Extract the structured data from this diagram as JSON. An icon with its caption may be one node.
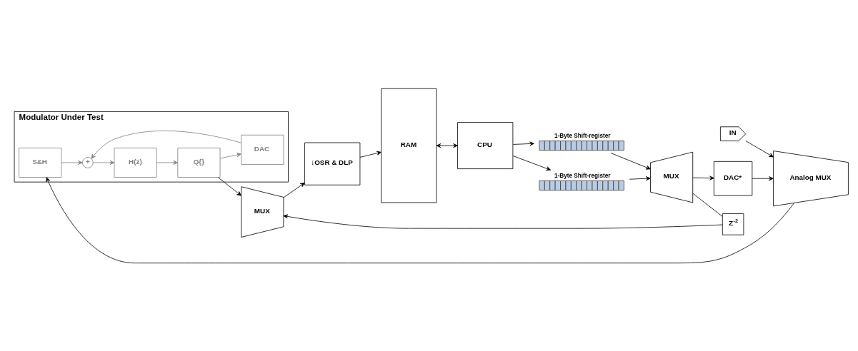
{
  "diagram": {
    "nodes": [
      {
        "text": [
          "IN"
        ]
      },
      {
        "text": [
          "Analog MUX"
        ]
      },
      {
        "text": [
          "Modulator Under Test"
        ]
      },
      {
        "text": [
          "S&H"
        ],
        "in": 2
      },
      {
        "text": [
          "+"
        ],
        "in": 2
      },
      {
        "text": [
          "H(z)"
        ],
        "in": 2
      },
      {
        "text": [
          "Q{}"
        ],
        "in": 2
      },
      {
        "text": [
          "DAC"
        ],
        "in": 2
      },
      {
        "text": [
          "MUX"
        ]
      },
      {
        "text": [
          "↓OSR & DLP"
        ]
      },
      {
        "text": [
          "RAM"
        ]
      },
      {
        "text": [
          "Z$^{-2}$"
        ]
      },
      {
        "text": [
          "CPU"
        ]
      },
      {
        "text": [
          "1-Byte Shift-register"
        ]
      },
      {
        "text": [
          "1-Byte Shift-register"
        ]
      },
      {
        "text": [
          "MUX"
        ]
      },
      {
        "text": [
          "DAC*"
        ]
      }
    ],
    "edges": [
      {
        "from": 0,
        "to": 1,
        "arrow": "to"
      },
      {
        "from": 1,
        "to": 3,
        "arrow": "to"
      },
      {
        "from": 3,
        "to": 4,
        "arrow": "to",
        "color": "#808080"
      },
      {
        "from": 4,
        "to": 5,
        "arrow": "to",
        "color": "#808080"
      },
      {
        "from": 5,
        "to": 6,
        "arrow": "to",
        "color": "#808080"
      },
      {
        "from": 6,
        "to": 7,
        "arrow": "to",
        "color": "#808080"
      },
      {
        "from": 7,
        "to": 4,
        "arrow": "to",
        "color": "#808080"
      },
      {
        "from": 6,
        "to": 8,
        "arrow": "to"
      },
      {
        "from": 8,
        "to": 9,
        "arrow": "to"
      },
      {
        "from": 9,
        "to": 10,
        "arrow": "to"
      },
      {
        "from": 10,
        "to": 12,
        "arrow": "both"
      },
      {
        "from": 12,
        "to": 13,
        "arrow": "to"
      },
      {
        "from": 12,
        "to": 14,
        "arrow": "to"
      },
      {
        "from": 13,
        "to": 15,
        "arrow": "to"
      },
      {
        "from": 14,
        "to": 15,
        "arrow": "to"
      },
      {
        "from": 15,
        "to": 16,
        "arrow": "to"
      },
      {
        "from": 15,
        "to": 11,
        "arrow": "none"
      },
      {
        "from": 11,
        "to": 8,
        "arrow": "to"
      },
      {
        "from": 16,
        "to": 1,
        "arrow": "to"
      }
    ]
  }
}
